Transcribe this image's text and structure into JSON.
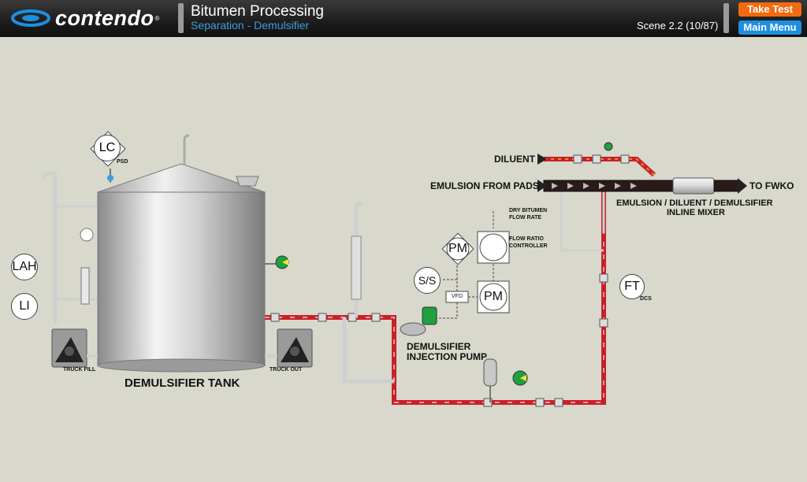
{
  "header": {
    "brand": "contendo",
    "title": "Bitumen Processing",
    "subtitle": "Separation - Demulsifier",
    "scene": "Scene 2.2 (10/87)",
    "take_test": "Take Test",
    "main_menu": "Main Menu"
  },
  "colors": {
    "accent_orange": "#f26a10",
    "accent_blue": "#1d8fe0",
    "pipe_red": "#c8202a",
    "background": "#d8d8cc"
  },
  "diagram": {
    "tank_label": "DEMULSIFIER TANK",
    "truck_fill": "TRUCK FILL",
    "truck_out": "TRUCK OUT",
    "lc": "LC",
    "psd": "PSD",
    "lah": "LAH",
    "li": "LI",
    "diluent": "DILUENT",
    "emulsion_from_pads": "EMULSION FROM PADS",
    "to_fwko": "TO FWKO",
    "mixer_line1": "EMULSION / DILUENT / DEMULSIFIER",
    "mixer_line2": "INLINE MIXER",
    "dry_bitumen_1": "DRY BITUMEN",
    "dry_bitumen_2": "FLOW RATE",
    "flow_ratio_1": "FLOW RATIO",
    "flow_ratio_2": "CONTROLLER",
    "pm_top": "PM",
    "pm_bottom": "PM",
    "ss": "S/S",
    "vfd": "VFD",
    "ft": "FT",
    "dcs": "DCS",
    "pump_line1": "DEMULSIFIER",
    "pump_line2": "INJECTION PUMP"
  }
}
